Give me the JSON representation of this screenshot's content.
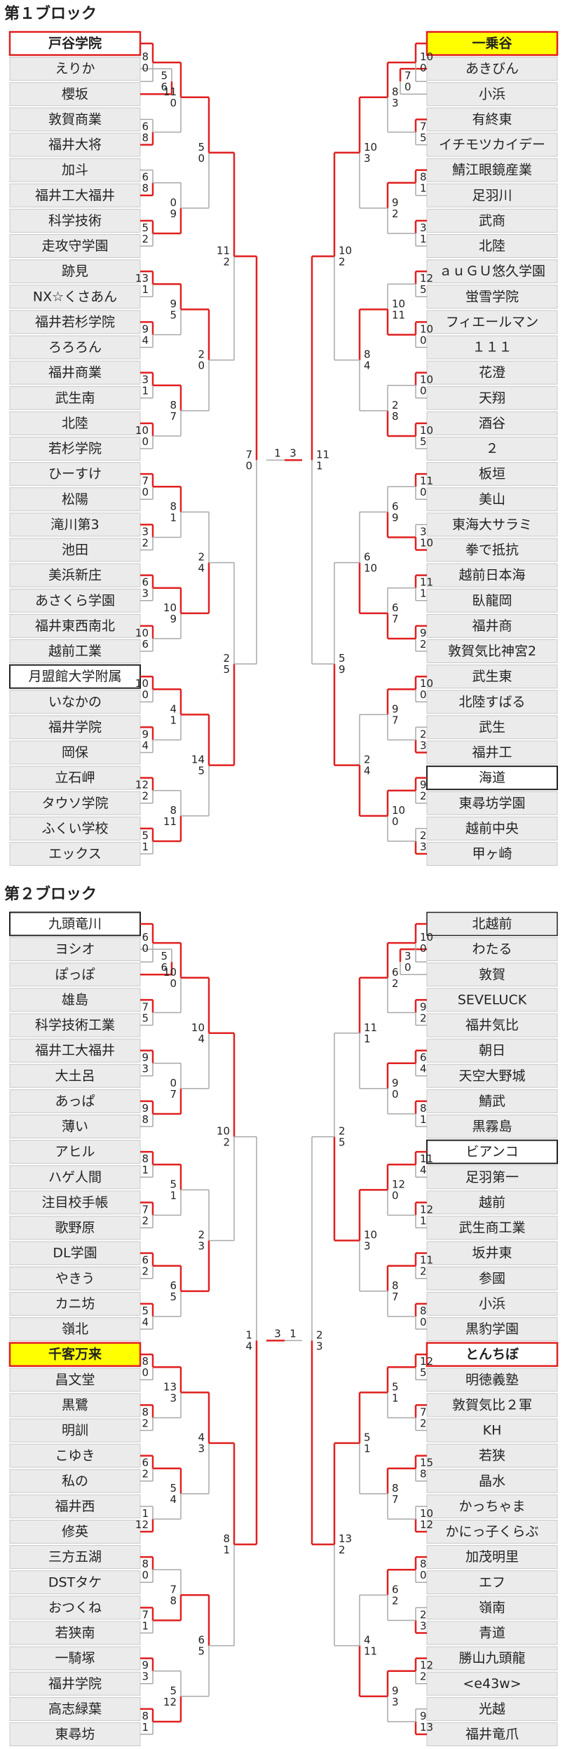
{
  "blocks": [
    {
      "title": "第１ブロック",
      "left": {
        "teams": [
          "戸谷学院",
          "えりか",
          "櫻坂",
          "敦賀商業",
          "福井大将",
          "加斗",
          "福井工大福井",
          "科学技術",
          "走攻守学園",
          "跡見",
          "NX☆くさあん",
          "福井若杉学院",
          "ろろろん",
          "福井商業",
          "武生南",
          "北陸",
          "若杉学院",
          "ひーすけ",
          "松陽",
          "滝川第3",
          "池田",
          "美浜新庄",
          "あさくら学園",
          "福井東西南北",
          "越前工業",
          "月盟館大学附属",
          "いなかの",
          "福井学院",
          "岡保",
          "立石岬",
          "タウソ学院",
          "ふくい学校",
          "エックス"
        ],
        "highlight": {
          "0": "red",
          "25": "black"
        },
        "r0": [
          [
            "5",
            "6"
          ]
        ],
        "r1": [
          [
            "8",
            "0"
          ],
          [
            "6",
            "8"
          ],
          [
            "6",
            "8"
          ],
          [
            "5",
            "2"
          ],
          [
            "13",
            "1"
          ],
          [
            "9",
            "4"
          ],
          [
            "3",
            "1"
          ],
          [
            "10",
            "0"
          ],
          [
            "7",
            "0"
          ],
          [
            "3",
            "2"
          ],
          [
            "6",
            "3"
          ],
          [
            "10",
            "6"
          ],
          [
            "10",
            "0"
          ],
          [
            "9",
            "4"
          ],
          [
            "12",
            "2"
          ],
          [
            "5",
            "1"
          ]
        ],
        "r2": [
          [
            "11",
            "0"
          ],
          [
            "0",
            "9"
          ],
          [
            "9",
            "5"
          ],
          [
            "8",
            "7"
          ],
          [
            "8",
            "1"
          ],
          [
            "10",
            "9"
          ],
          [
            "4",
            "1"
          ],
          [
            "8",
            "11"
          ]
        ],
        "r3": [
          [
            "5",
            "0"
          ],
          [
            "2",
            "0"
          ],
          [
            "2",
            "4"
          ],
          [
            "14",
            "5"
          ]
        ],
        "r4": [
          [
            "11",
            "2"
          ],
          [
            "2",
            "5"
          ]
        ],
        "r5": [
          [
            "7",
            "0"
          ]
        ]
      },
      "right": {
        "teams": [
          "一乗谷",
          "あきびん",
          "小浜",
          "有終東",
          "イチモツカイデー",
          "鯖江眼鏡産業",
          "足羽川",
          "武商",
          "北陸",
          "ａｕＧＵ悠久学園",
          "蛍雪学院",
          "フィエールマン",
          "１１１",
          "花澄",
          "天翔",
          "酒谷",
          "２",
          "板垣",
          "美山",
          "東海大サラミ",
          "拳で抵抗",
          "越前日本海",
          "臥龍岡",
          "福井商",
          "敦賀気比神宮2",
          "武生東",
          "北陸すばる",
          "武生",
          "福井工",
          "海道",
          "東尋坊学園",
          "越前中央",
          "甲ヶ崎"
        ],
        "highlight": {
          "0": "yellow",
          "29": "black"
        },
        "r0": [
          [
            "7",
            "0"
          ]
        ],
        "r1": [
          [
            "10",
            "0"
          ],
          [
            "7",
            "5"
          ],
          [
            "8",
            "1"
          ],
          [
            "3",
            "1"
          ],
          [
            "12",
            "5"
          ],
          [
            "10",
            "0"
          ],
          [
            "10",
            "0"
          ],
          [
            "10",
            "5"
          ],
          [
            "11",
            "0"
          ],
          [
            "3",
            "10"
          ],
          [
            "11",
            "1"
          ],
          [
            "9",
            "2"
          ],
          [
            "10",
            "0"
          ],
          [
            "2",
            "3"
          ],
          [
            "9",
            "2"
          ],
          [
            "2",
            "3"
          ]
        ],
        "r2": [
          [
            "8",
            "3"
          ],
          [
            "9",
            "2"
          ],
          [
            "10",
            "11"
          ],
          [
            "2",
            "8"
          ],
          [
            "6",
            "9"
          ],
          [
            "6",
            "7"
          ],
          [
            "9",
            "7"
          ],
          [
            "10",
            "0"
          ]
        ],
        "r3": [
          [
            "10",
            "3"
          ],
          [
            "8",
            "4"
          ],
          [
            "6",
            "10"
          ],
          [
            "2",
            "4"
          ]
        ],
        "r4": [
          [
            "10",
            "2"
          ],
          [
            "5",
            "9"
          ]
        ],
        "r5": [
          [
            "11",
            "1"
          ]
        ]
      },
      "final": [
        "1",
        "3"
      ]
    },
    {
      "title": "第２ブロック",
      "left": {
        "teams": [
          "九頭竜川",
          "ヨシオ",
          "ぽっぽ",
          "雄島",
          "科学技術工業",
          "福井工大福井",
          "大土呂",
          "あっぱ",
          "薄い",
          "アヒル",
          "ハゲ人間",
          "注目校手帳",
          "歌野原",
          "DL学園",
          "やきう",
          "カニ坊",
          "嶺北",
          "千客万来",
          "昌文堂",
          "黒鷺",
          "明訓",
          "こゆき",
          "私の",
          "福井西",
          "修英",
          "三方五湖",
          "DSTタケ",
          "おつくね",
          "若狭南",
          "一騎塚",
          "福井学院",
          "高志緑葉",
          "東尋坊"
        ],
        "highlight": {
          "0": "black",
          "17": "yellow"
        },
        "r0": [
          [
            "5",
            "6"
          ]
        ],
        "r1": [
          [
            "6",
            "0"
          ],
          [
            "7",
            "5"
          ],
          [
            "9",
            "3"
          ],
          [
            "9",
            "8"
          ],
          [
            "8",
            "1"
          ],
          [
            "7",
            "2"
          ],
          [
            "6",
            "2"
          ],
          [
            "5",
            "4"
          ],
          [
            "8",
            "0"
          ],
          [
            "8",
            "2"
          ],
          [
            "6",
            "2"
          ],
          [
            "1",
            "12"
          ],
          [
            "8",
            "0"
          ],
          [
            "7",
            "1"
          ],
          [
            "9",
            "3"
          ],
          [
            "8",
            "1"
          ]
        ],
        "r2": [
          [
            "10",
            "0"
          ],
          [
            "0",
            "7"
          ],
          [
            "5",
            "1"
          ],
          [
            "6",
            "5"
          ],
          [
            "13",
            "3"
          ],
          [
            "5",
            "4"
          ],
          [
            "7",
            "8"
          ],
          [
            "5",
            "12"
          ]
        ],
        "r3": [
          [
            "10",
            "4"
          ],
          [
            "2",
            "3"
          ],
          [
            "4",
            "3"
          ],
          [
            "6",
            "5"
          ]
        ],
        "r4": [
          [
            "10",
            "2"
          ],
          [
            "8",
            "1"
          ]
        ],
        "r5": [
          [
            "1",
            "4"
          ]
        ]
      },
      "right": {
        "teams": [
          "北越前",
          "わたる",
          "敦賀",
          "SEVELUCK",
          "福井気比",
          "朝日",
          "天空大野城",
          "鯖武",
          "黒霧島",
          "ビアンコ",
          "足羽第一",
          "越前",
          "武生商工業",
          "坂井東",
          "参國",
          "小浜",
          "黒豹学園",
          "とんちぼ",
          "明徳義塾",
          "敦賀気比２軍",
          "KH",
          "若狭",
          "晶水",
          "かっちゃま",
          "かにっ子くらぶ",
          "加茂明里",
          "エフ",
          "嶺南",
          "青道",
          "勝山九頭龍",
          "<e43w>",
          "光越",
          "福井竜爪"
        ],
        "highlight": {
          "0": "gray",
          "9": "black",
          "17": "red"
        },
        "r0": [
          [
            "3",
            "0"
          ]
        ],
        "r1": [
          [
            "10",
            "0"
          ],
          [
            "9",
            "2"
          ],
          [
            "6",
            "4"
          ],
          [
            "8",
            "1"
          ],
          [
            "11",
            "4"
          ],
          [
            "12",
            "1"
          ],
          [
            "11",
            "2"
          ],
          [
            "8",
            "0"
          ],
          [
            "12",
            "5"
          ],
          [
            "7",
            "2"
          ],
          [
            "15",
            "8"
          ],
          [
            "10",
            "12"
          ],
          [
            "8",
            "0"
          ],
          [
            "2",
            "3"
          ],
          [
            "12",
            "2"
          ],
          [
            "9",
            "13"
          ]
        ],
        "r2": [
          [
            "6",
            "2"
          ],
          [
            "9",
            "0"
          ],
          [
            "12",
            "0"
          ],
          [
            "8",
            "7"
          ],
          [
            "5",
            "1"
          ],
          [
            "8",
            "7"
          ],
          [
            "6",
            "2"
          ],
          [
            "9",
            "3"
          ]
        ],
        "r3": [
          [
            "11",
            "1"
          ],
          [
            "10",
            "3"
          ],
          [
            "5",
            "1"
          ],
          [
            "4",
            "11"
          ]
        ],
        "r4": [
          [
            "2",
            "5"
          ],
          [
            "13",
            "2"
          ]
        ],
        "r5": [
          [
            "2",
            "3"
          ]
        ]
      },
      "final": [
        "3",
        "1"
      ]
    }
  ]
}
